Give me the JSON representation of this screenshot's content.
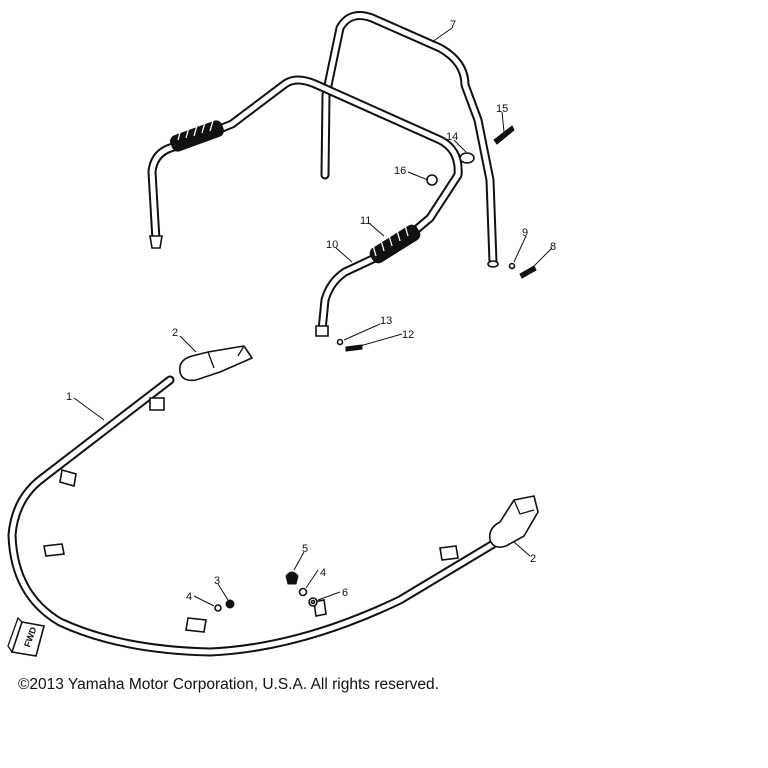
{
  "callouts": [
    {
      "id": "c1",
      "text": "1"
    },
    {
      "id": "c2a",
      "text": "2"
    },
    {
      "id": "c2b",
      "text": "2"
    },
    {
      "id": "c3",
      "text": "3"
    },
    {
      "id": "c4a",
      "text": "4"
    },
    {
      "id": "c4b",
      "text": "4"
    },
    {
      "id": "c5",
      "text": "5"
    },
    {
      "id": "c6",
      "text": "6"
    },
    {
      "id": "c7",
      "text": "7"
    },
    {
      "id": "c8",
      "text": "8"
    },
    {
      "id": "c9",
      "text": "9"
    },
    {
      "id": "c10",
      "text": "10"
    },
    {
      "id": "c11",
      "text": "11"
    },
    {
      "id": "c12",
      "text": "12"
    },
    {
      "id": "c13",
      "text": "13"
    },
    {
      "id": "c14",
      "text": "14"
    },
    {
      "id": "c15",
      "text": "15"
    },
    {
      "id": "c16",
      "text": "16"
    }
  ],
  "fwd_marker": "FWD",
  "copyright": "©2013 Yamaha Motor Corporation, U.S.A. All rights reserved."
}
